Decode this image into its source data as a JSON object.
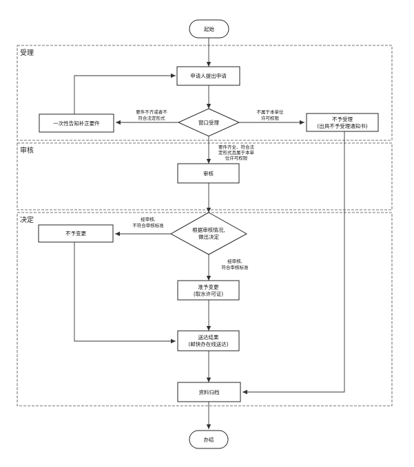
{
  "lanes": {
    "accept": "受理",
    "review": "审核",
    "decide": "决定"
  },
  "nodes": {
    "start": "起始",
    "apply": "申请人提出申请",
    "window": "窗口受理",
    "notify": "一次性告知补正要件",
    "reject": [
      "不予受理",
      "(出具不予受理通知书)"
    ],
    "review": "审核",
    "decide": [
      "根据审核情况,",
      "做出决定"
    ],
    "no_change": "不予变更",
    "approve": [
      "准予变更",
      "(取水许可证)"
    ],
    "deliver": [
      "送达结果",
      "(邮快办在线送达)"
    ],
    "archive": "资料归档",
    "end": "办结"
  },
  "edges": {
    "incomplete": [
      "要件不齐或者不",
      "符合法定形式"
    ],
    "not_scope": [
      "不属于本单位",
      "许可权限"
    ],
    "complete": [
      "要件齐全、符合法",
      "定形式且属于本单",
      "位许可权限"
    ],
    "fail": [
      "经审核,",
      "不符合审核标准"
    ],
    "pass": [
      "经审核,",
      "符合审核标准"
    ]
  }
}
